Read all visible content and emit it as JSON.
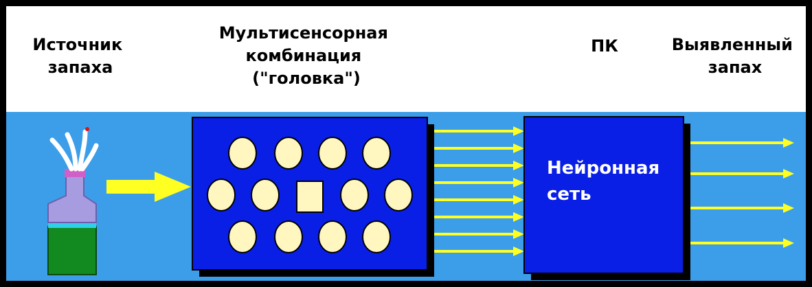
{
  "colors": {
    "frame": "#000000",
    "header_bg": "#ffffff",
    "panel_bg": "#3c9ee8",
    "box_fill": "#0a1fe6",
    "shadow": "#000000",
    "sensor_fill": "#fff7bf",
    "arrow": "#ffff22",
    "bottle_body": "#138a1f",
    "bottle_neck": "#a89ce0",
    "bottle_band": "#2fd0e8",
    "bottle_cap": "#d060c8",
    "vapor": "#ffffff"
  },
  "header": {
    "source": [
      "Источник",
      "запаха"
    ],
    "multisensor": [
      "Мультисенсорная",
      "комбинация",
      "(\"головка\")"
    ],
    "pc": "ПК",
    "detected": [
      "Выявленный",
      "запах"
    ]
  },
  "neural_net": [
    "Нейронная",
    "сеть"
  ],
  "icons": {
    "bottle": "odor-bottle-icon",
    "vapor": "vapor-icon"
  }
}
